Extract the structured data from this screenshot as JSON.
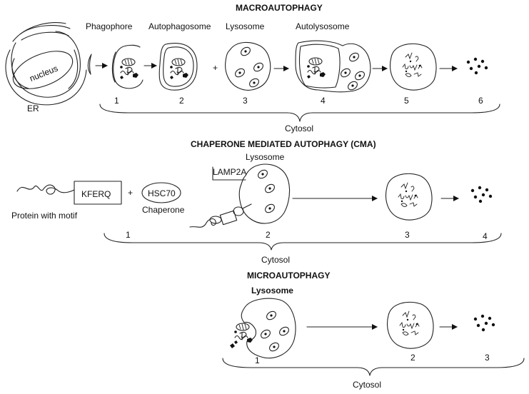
{
  "macro": {
    "title": "MACROAUTOPHAGY",
    "er_label": "ER",
    "nucleus_label": "nucleus",
    "stages": [
      "Phagophore",
      "Autophagosome",
      "Lysosome",
      "Autolysosome"
    ],
    "plus": "+",
    "numbers": [
      "1",
      "2",
      "3",
      "4",
      "5",
      "6"
    ],
    "brace_label": "Cytosol"
  },
  "cma": {
    "title": "CHAPERONE MEDIATED AUTOPHAGY (CMA)",
    "lysosome_label": "Lysosome",
    "lamp_label": "LAMP2A",
    "motif_box": "KFERQ",
    "protein_label": "Protein with motif",
    "plus": "+",
    "chaperone_oval": "HSC70",
    "chaperone_label": "Chaperone",
    "numbers": [
      "1",
      "2",
      "3",
      "4"
    ],
    "brace_label": "Cytosol"
  },
  "micro": {
    "title": "MICROAUTOPHAGY",
    "lysosome_label": "Lysosome",
    "numbers": [
      "1",
      "2",
      "3"
    ],
    "brace_label": "Cytosol"
  }
}
